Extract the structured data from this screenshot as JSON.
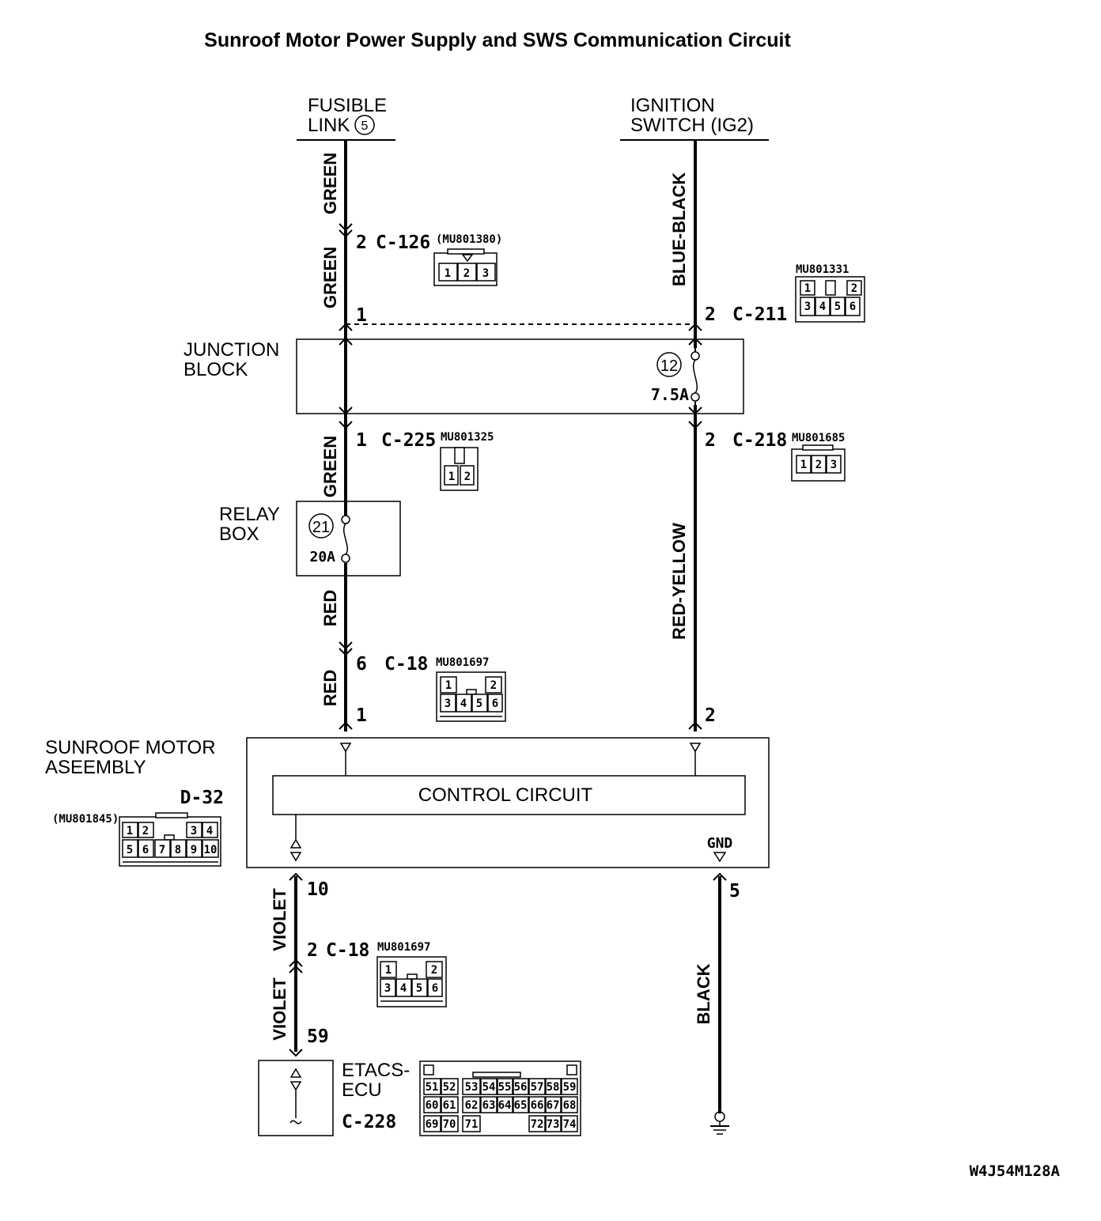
{
  "title": "Sunroof Motor Power Supply and SWS Communication Circuit",
  "sources": {
    "fusible_link": {
      "line1": "FUSIBLE",
      "line2": "LINK",
      "number": "5"
    },
    "ignition_switch": {
      "line1": "IGNITION",
      "line2": "SWITCH (IG2)"
    }
  },
  "wire_colors": {
    "green_1": "GREEN",
    "green_2": "GREEN",
    "green_3": "GREEN",
    "red_1": "RED",
    "red_2": "RED",
    "blue_black": "BLUE-BLACK",
    "red_yellow": "RED-YELLOW",
    "violet_1": "VIOLET",
    "violet_2": "VIOLET",
    "black": "BLACK"
  },
  "connectors": {
    "c126": {
      "pin": "2",
      "name": "C-126",
      "part": "(MU801380)",
      "cells": [
        "1",
        "2",
        "3"
      ]
    },
    "c211": {
      "pin_left": "1",
      "pin_right": "2",
      "name": "C-211",
      "part": "MU801331",
      "cells": [
        "1",
        "2",
        "3",
        "4",
        "5",
        "6"
      ]
    },
    "c225": {
      "pin": "1",
      "name": "C-225",
      "part": "MU801325",
      "cells": [
        "1",
        "2"
      ]
    },
    "c218": {
      "pin": "2",
      "name": "C-218",
      "part": "MU801685",
      "cells": [
        "1",
        "2",
        "3"
      ]
    },
    "c18_top": {
      "pin": "6",
      "name": "C-18",
      "part": "MU801697",
      "cells": [
        "1",
        "2",
        "3",
        "4",
        "5",
        "6"
      ]
    },
    "c18_bottom": {
      "pin": "2",
      "name": "C-18",
      "part": "MU801697",
      "cells": [
        "1",
        "2",
        "3",
        "4",
        "5",
        "6"
      ]
    },
    "d32": {
      "name": "D-32",
      "part": "(MU801845)",
      "cells": [
        "1",
        "2",
        "3",
        "4",
        "5",
        "6",
        "7",
        "8",
        "9",
        "10"
      ]
    },
    "c228": {
      "name": "C-228",
      "cells": [
        "51",
        "52",
        "53",
        "54",
        "55",
        "56",
        "57",
        "58",
        "59",
        "60",
        "61",
        "62",
        "63",
        "64",
        "65",
        "66",
        "67",
        "68",
        "69",
        "70",
        "71",
        "72",
        "73",
        "74"
      ]
    }
  },
  "junction_block": {
    "line1": "JUNCTION",
    "line2": "BLOCK",
    "fuse_number": "12",
    "fuse_rating": "7.5A"
  },
  "relay_box": {
    "line1": "RELAY",
    "line2": "BOX",
    "fuse_number": "21",
    "fuse_rating": "20A"
  },
  "motor": {
    "line1": "SUNROOF MOTOR",
    "line2": "ASEEMBLY",
    "control": "CONTROL CIRCUIT",
    "gnd": "GND",
    "pin_left_in": "1",
    "pin_right_in": "2",
    "pin_left_out": "10",
    "pin_right_out": "5"
  },
  "etacs": {
    "line1": "ETACS-",
    "line2": "ECU",
    "pin": "59"
  },
  "code": "W4J54M128A"
}
